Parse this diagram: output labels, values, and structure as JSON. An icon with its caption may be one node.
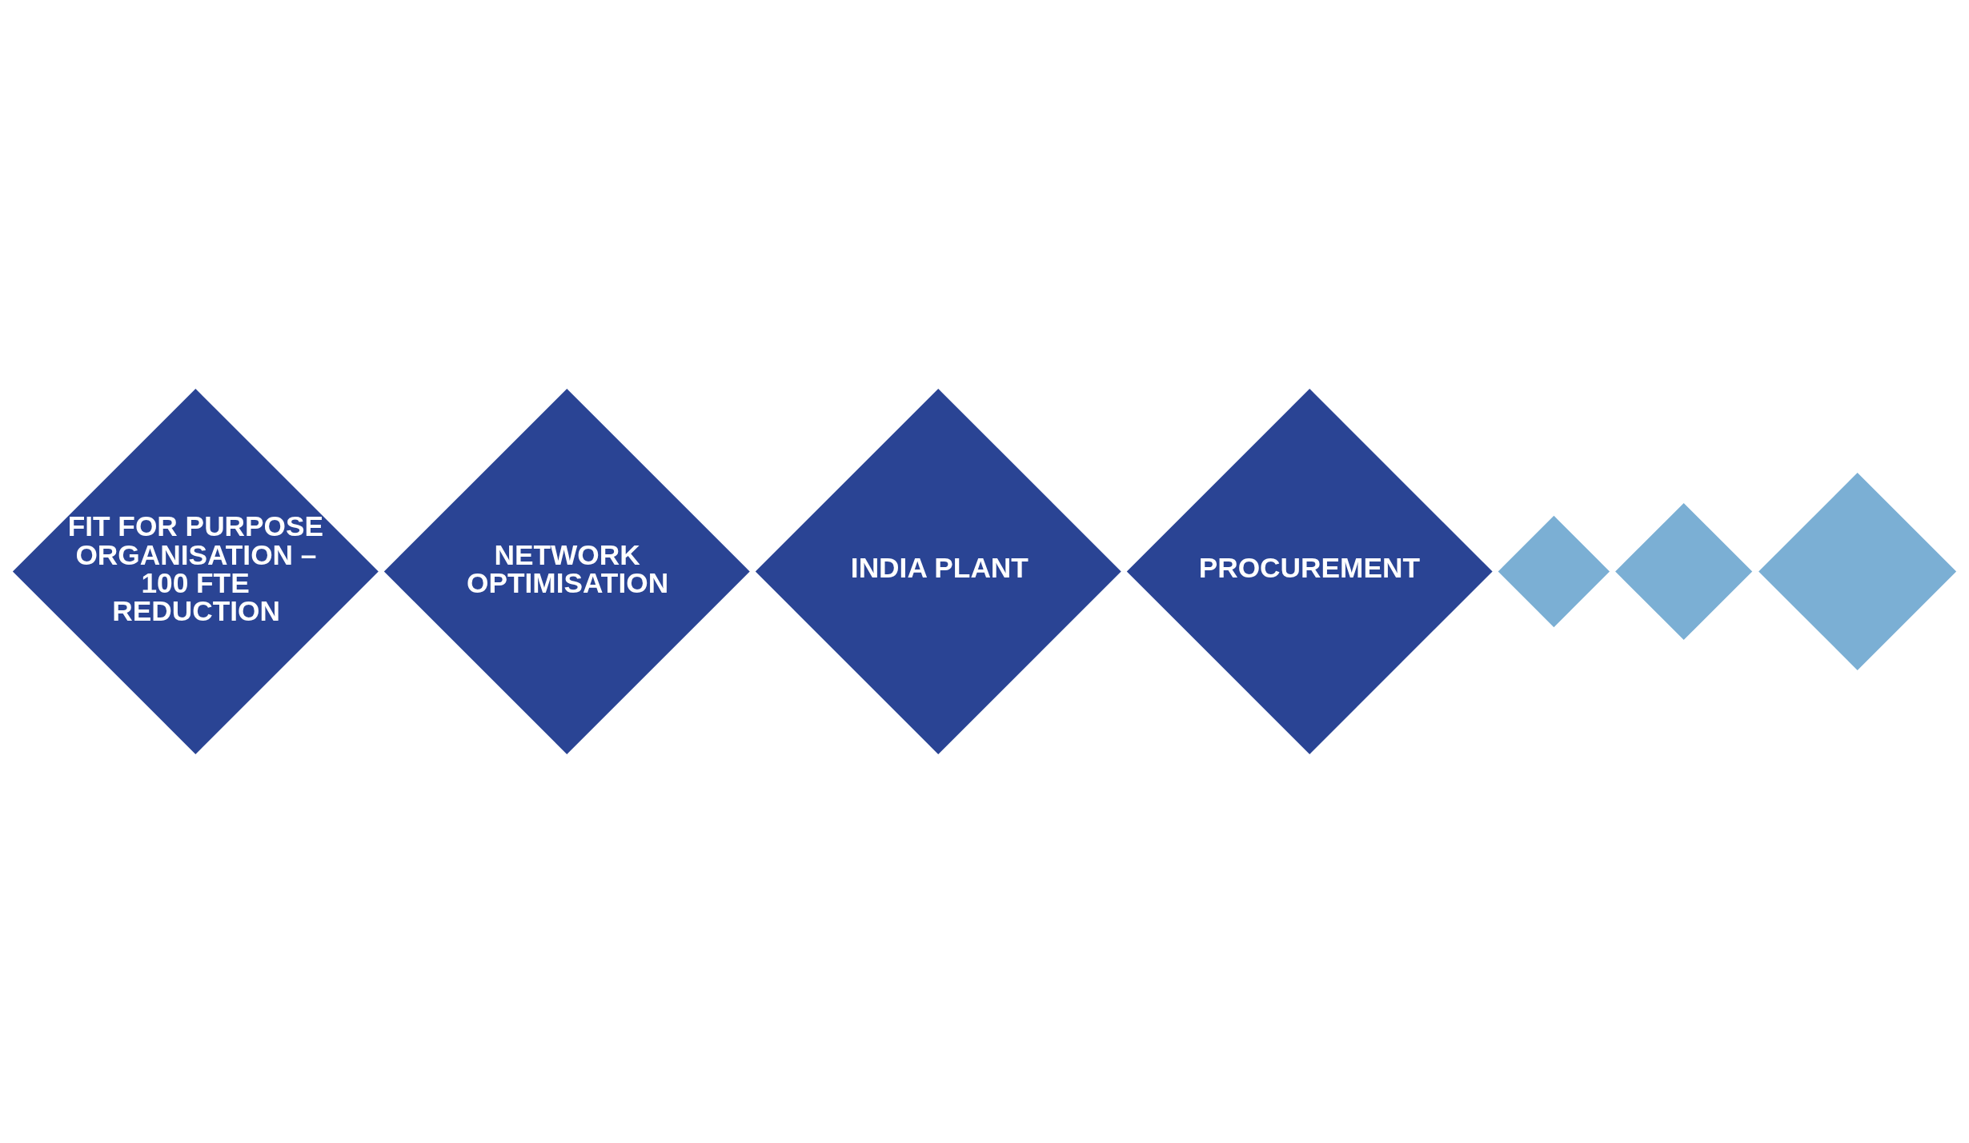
{
  "diagram": {
    "nodes": [
      {
        "text": [
          "FIT FOR PURPOSE ORGANISATION – 100 FTE REDUCTION"
        ]
      },
      {
        "text": [
          "NETWORK OPTIMISATION"
        ]
      },
      {
        "text": [
          "INDIA PLANT"
        ]
      },
      {
        "text": [
          "PROCUREMENT"
        ]
      },
      {
        "text": [],
        "shape": "diamond"
      },
      {
        "text": [],
        "shape": "diamond"
      },
      {
        "text": [],
        "shape": "diamond"
      }
    ]
  }
}
